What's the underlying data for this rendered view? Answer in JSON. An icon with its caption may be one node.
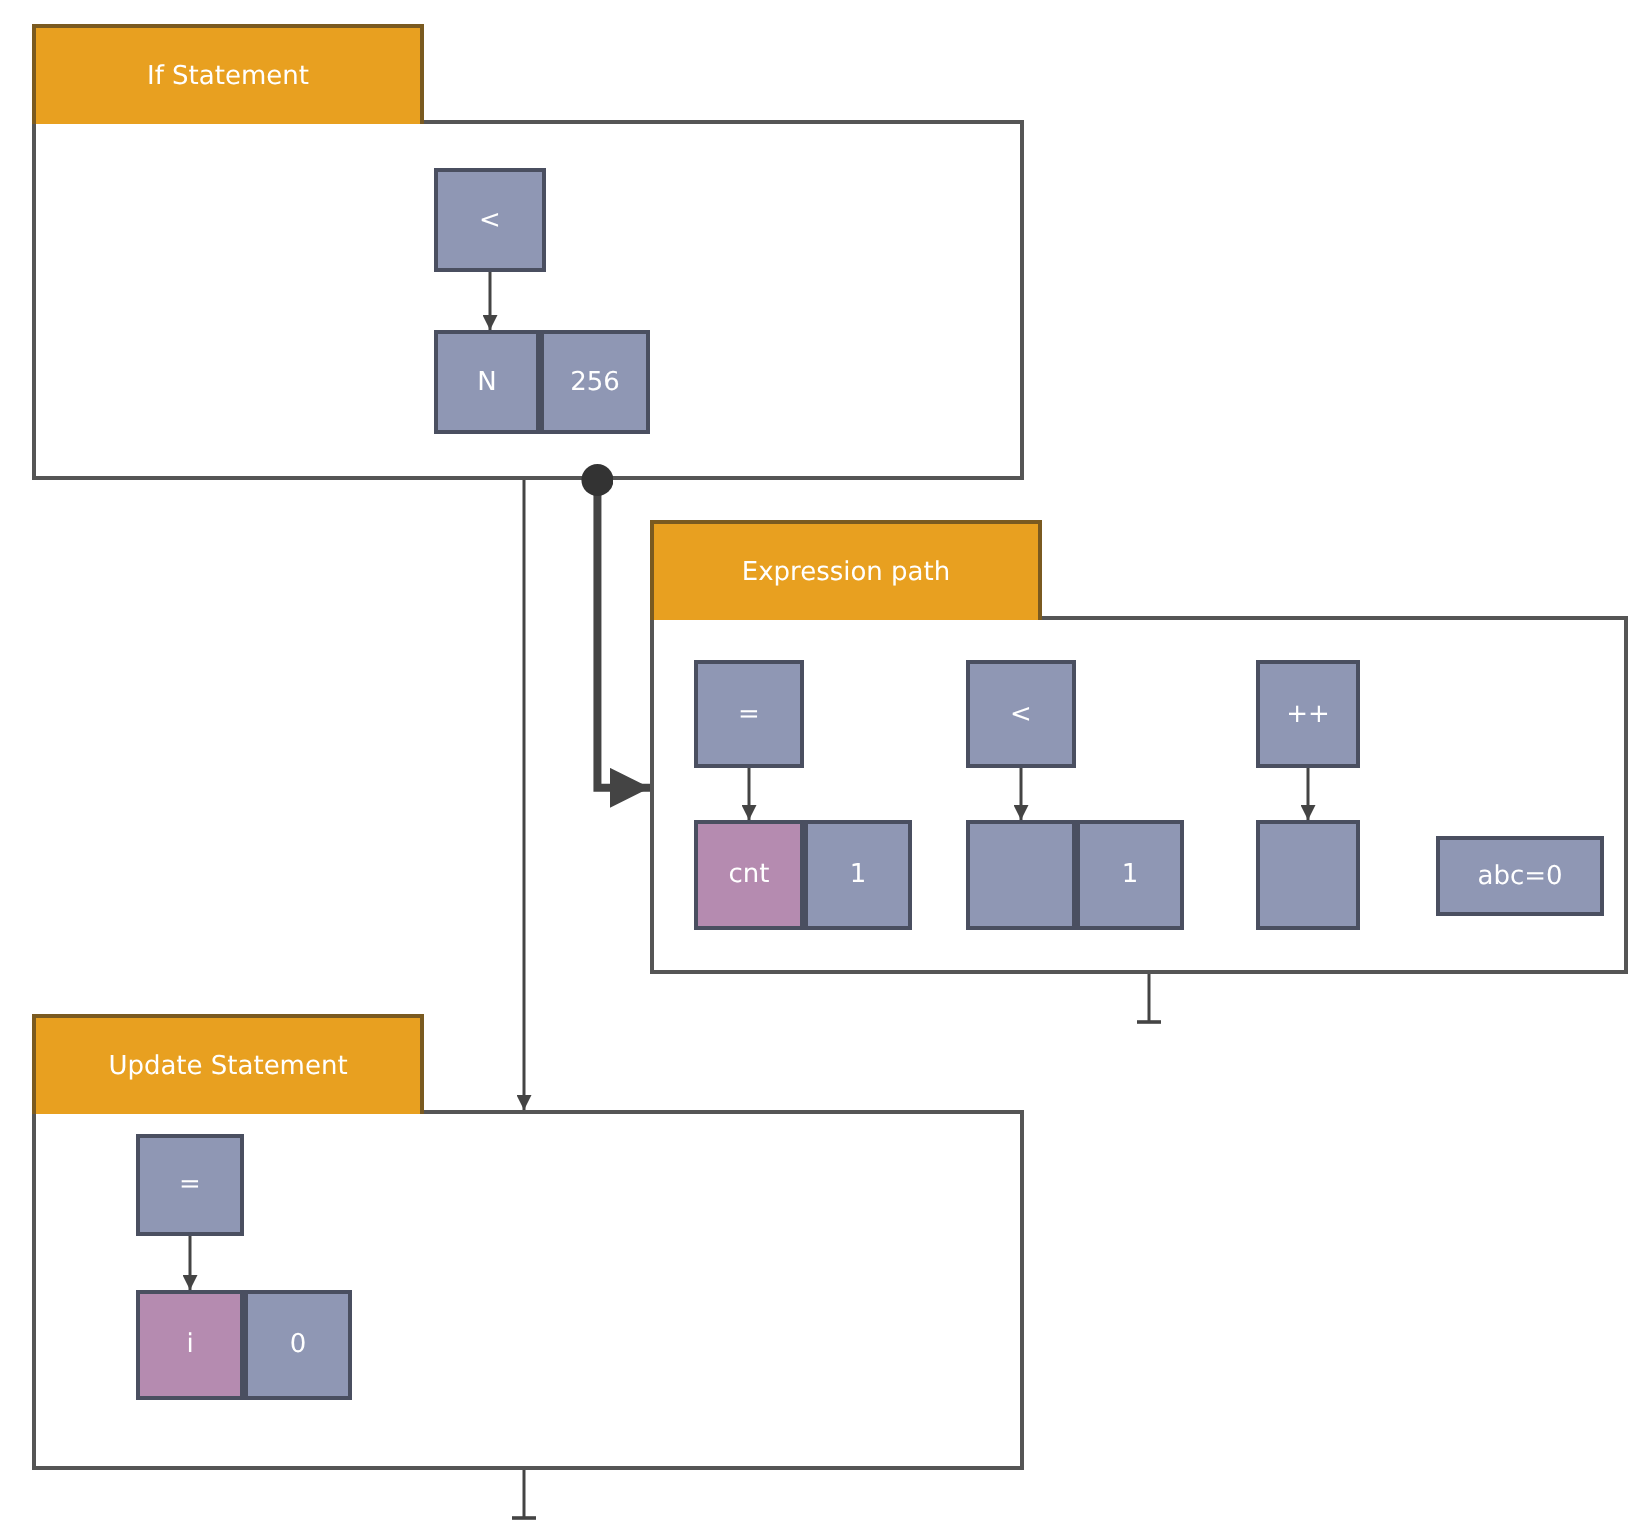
{
  "diagram": {
    "nodes": [
      {
        "text": [
          "If Statement"
        ]
      },
      {
        "text": [
          "<"
        ],
        "in": 0
      },
      {
        "text": [
          "N"
        ],
        "in": 0
      },
      {
        "text": [
          "256"
        ],
        "in": 0
      },
      {
        "text": [
          "Expression path"
        ]
      },
      {
        "text": [
          "="
        ],
        "in": 4
      },
      {
        "text": [
          "cnt"
        ],
        "in": 4
      },
      {
        "text": [
          "1"
        ],
        "in": 4
      },
      {
        "text": [
          "<"
        ],
        "in": 4
      },
      {
        "text": [],
        "shape": "box",
        "in": 4
      },
      {
        "text": [
          "1"
        ],
        "in": 4
      },
      {
        "text": [
          "++"
        ],
        "in": 4
      },
      {
        "text": [],
        "shape": "box",
        "in": 4
      },
      {
        "text": [
          "abc=0"
        ],
        "in": 4
      },
      {
        "text": [
          "Update Statement"
        ]
      },
      {
        "text": [
          "="
        ],
        "in": 14
      },
      {
        "text": [
          "i"
        ],
        "in": 14
      },
      {
        "text": [
          "0"
        ],
        "in": 14
      }
    ],
    "edges": [
      {
        "from": 1,
        "to": 2,
        "arrow": "to"
      },
      {
        "from": 5,
        "to": 6,
        "arrow": "to"
      },
      {
        "from": 8,
        "to": 9,
        "arrow": "to"
      },
      {
        "from": 11,
        "to": 12,
        "arrow": "to"
      },
      {
        "from": 15,
        "to": 16,
        "arrow": "to"
      },
      {
        "from": 0,
        "to": 14,
        "arrow": "to"
      },
      {
        "from": 0,
        "to": 4,
        "arrow": "to",
        "style": "thick"
      },
      {
        "from": 4,
        "to": null,
        "arrow": "other"
      },
      {
        "from": 14,
        "to": null,
        "arrow": "other"
      }
    ]
  }
}
